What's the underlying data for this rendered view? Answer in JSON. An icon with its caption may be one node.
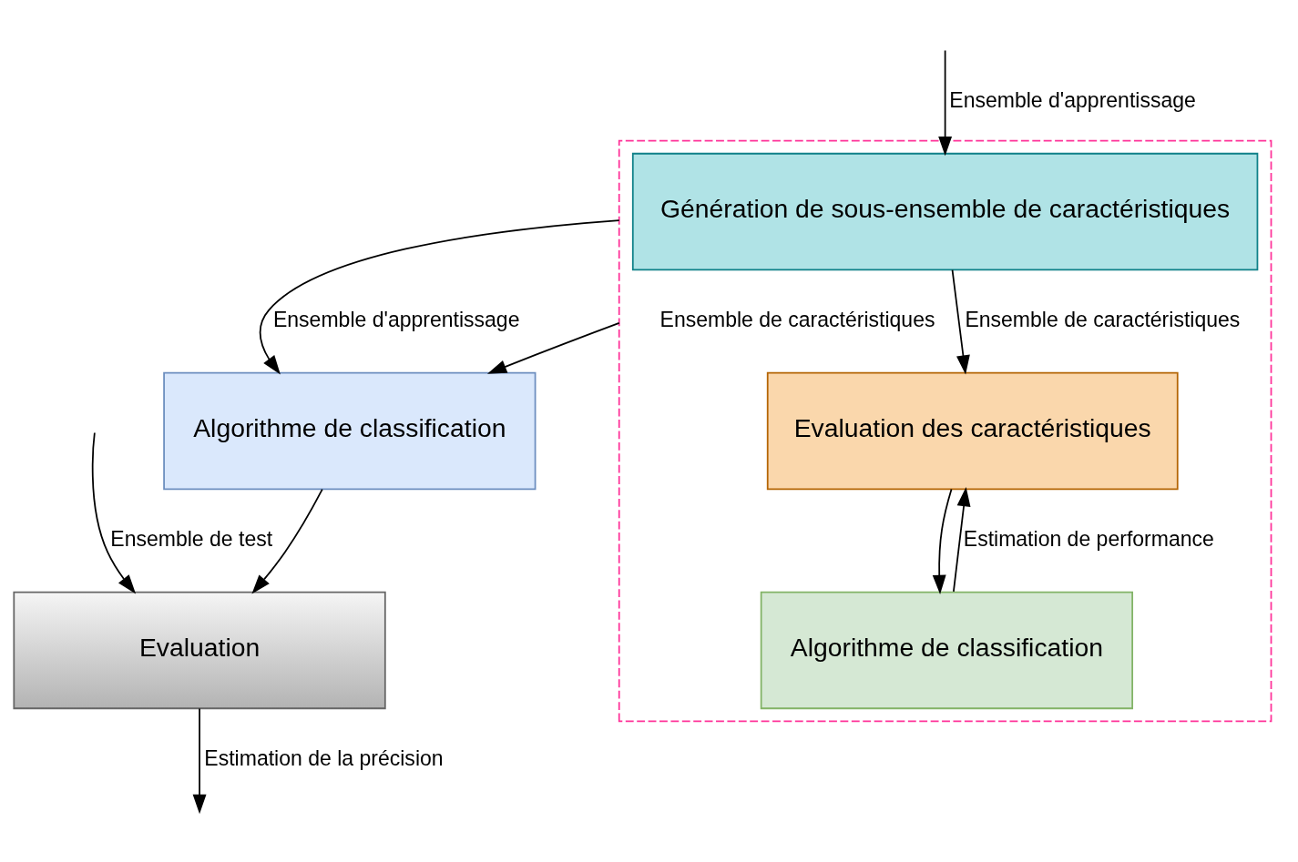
{
  "diagram": {
    "nodes": [
      {
        "text": [],
        "shape": "box"
      },
      {
        "text": [
          "Génération de sous-ensemble de caractéristiques"
        ],
        "in": 0
      },
      {
        "text": [
          "Evaluation des caractéristiques"
        ],
        "in": 0
      },
      {
        "text": [
          "Algorithme de classification"
        ],
        "in": 0
      },
      {
        "text": [
          "Algorithme de classification"
        ]
      },
      {
        "text": [
          "Evaluation"
        ]
      }
    ],
    "edges": [
      {
        "from": null,
        "to": 1,
        "arrow": "to",
        "label": "Ensemble d'apprentissage"
      },
      {
        "from": 1,
        "to": 2,
        "arrow": "to",
        "label": "Ensemble de caractéristiques"
      },
      {
        "from": 3,
        "to": 2,
        "arrow": "to",
        "label": "Estimation de performance"
      },
      {
        "from": 2,
        "to": 3,
        "arrow": "to"
      },
      {
        "from": 0,
        "to": 4,
        "arrow": "to",
        "label": "Ensemble d'apprentissage"
      },
      {
        "from": 0,
        "to": 4,
        "arrow": "to",
        "label": "Ensemble de caractéristiques"
      },
      {
        "from": 4,
        "to": 5,
        "arrow": "to"
      },
      {
        "from": null,
        "to": 5,
        "arrow": "to",
        "label": "Ensemble de test"
      },
      {
        "from": 5,
        "to": null,
        "arrow": "to",
        "label": "Estimation de la précision"
      }
    ]
  }
}
